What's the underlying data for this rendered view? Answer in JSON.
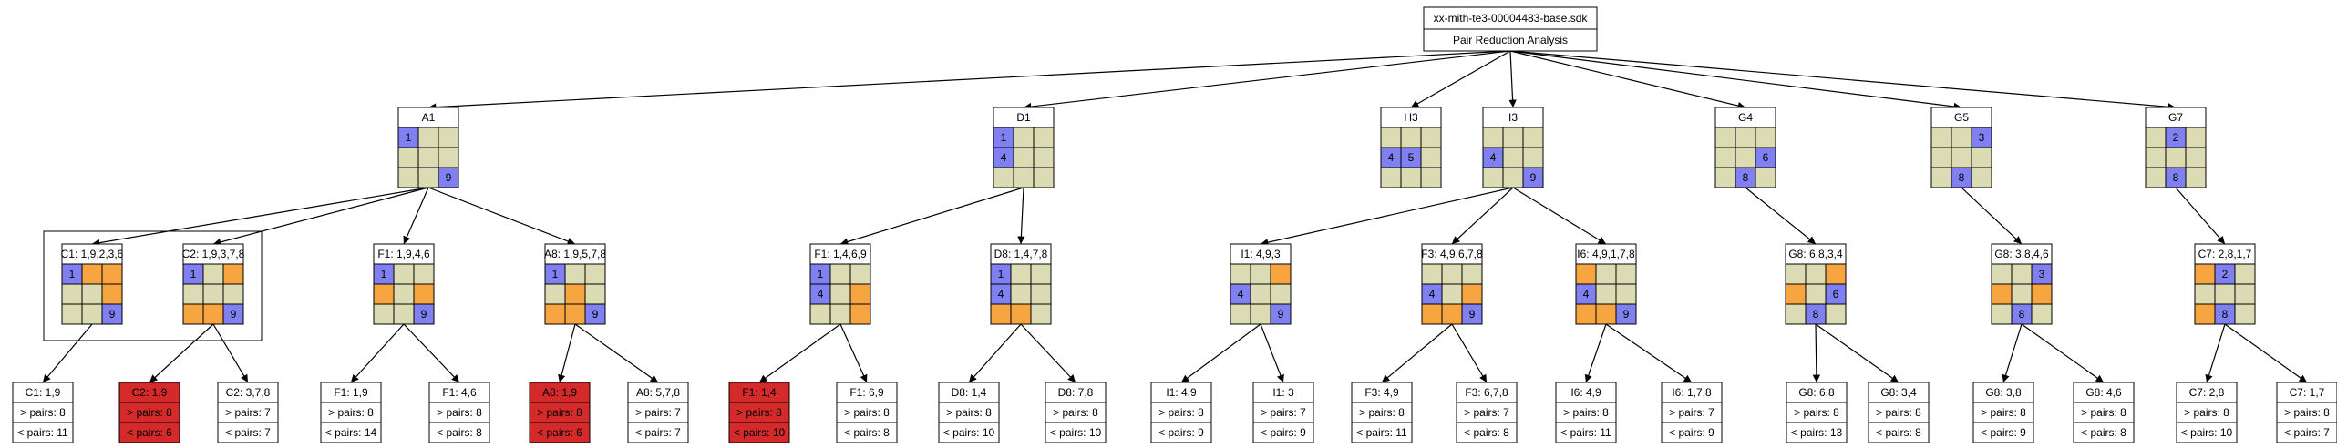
{
  "root": {
    "title": "xx-mith-te3-00004483-base.sdk",
    "subtitle": "Pair Reduction Analysis"
  },
  "colors": {
    "blue": "#8080f0",
    "orange": "#f7a540",
    "beige": "#dcdcb4",
    "red": "#d42a2a",
    "line": "#000000"
  },
  "level1": [
    {
      "id": "A1",
      "label": "A1",
      "grid": [
        "B",
        "",
        "",
        "",
        "",
        "",
        "",
        "",
        "B"
      ],
      "nums": [
        "1",
        "",
        "",
        "",
        "",
        "",
        "",
        "",
        "9"
      ]
    },
    {
      "id": "D1",
      "label": "D1",
      "grid": [
        "B",
        "",
        "",
        "B",
        "",
        "",
        "",
        "",
        ""
      ],
      "nums": [
        "1",
        "",
        "",
        "4",
        "",
        "",
        "",
        "",
        ""
      ]
    },
    {
      "id": "H3",
      "label": "H3",
      "grid": [
        "",
        "",
        "",
        "B",
        "B",
        "",
        "",
        "",
        ""
      ],
      "nums": [
        "",
        "",
        "",
        "4",
        "5",
        "",
        "",
        "",
        ""
      ]
    },
    {
      "id": "I3",
      "label": "I3",
      "grid": [
        "",
        "",
        "",
        "B",
        "",
        "",
        "",
        "",
        "B"
      ],
      "nums": [
        "",
        "",
        "",
        "4",
        "",
        "",
        "",
        "",
        "9"
      ]
    },
    {
      "id": "G4",
      "label": "G4",
      "grid": [
        "",
        "",
        "",
        "",
        "",
        "B",
        "",
        "B",
        ""
      ],
      "nums": [
        "",
        "",
        "",
        "",
        "",
        "6",
        "",
        "8",
        ""
      ]
    },
    {
      "id": "G5",
      "label": "G5",
      "grid": [
        "",
        "",
        "B",
        "",
        "",
        "",
        "",
        "B",
        ""
      ],
      "nums": [
        "",
        "",
        "3",
        "",
        "",
        "",
        "",
        "8",
        ""
      ]
    },
    {
      "id": "G7",
      "label": "G7",
      "grid": [
        "",
        "B",
        "",
        "",
        "",
        "",
        "",
        "B",
        ""
      ],
      "nums": [
        "",
        "2",
        "",
        "",
        "",
        "",
        "",
        "8",
        ""
      ]
    }
  ],
  "level2": [
    {
      "id": "C1a",
      "label": "C1: 1,9,2,3,6",
      "grid": [
        "B",
        "O",
        "O",
        "",
        "",
        "O",
        "",
        "",
        "B"
      ],
      "nums": [
        "1",
        "",
        "",
        "",
        "",
        "",
        "",
        "",
        "9"
      ]
    },
    {
      "id": "C2a",
      "label": "C2: 1,9,3,7,8",
      "grid": [
        "B",
        "",
        "O",
        "",
        "",
        "",
        "O",
        "O",
        "B"
      ],
      "nums": [
        "1",
        "",
        "",
        "",
        "",
        "",
        "",
        "",
        "9"
      ]
    },
    {
      "id": "F1a",
      "label": "F1: 1,9,4,6",
      "grid": [
        "B",
        "",
        "",
        "O",
        "",
        "O",
        "",
        "",
        "B"
      ],
      "nums": [
        "1",
        "",
        "",
        "",
        "",
        "",
        "",
        "",
        "9"
      ]
    },
    {
      "id": "A8a",
      "label": "A8: 1,9,5,7,8",
      "grid": [
        "B",
        "",
        "",
        "",
        "O",
        "",
        "O",
        "O",
        "B"
      ],
      "nums": [
        "1",
        "",
        "",
        "",
        "",
        "",
        "",
        "",
        "9"
      ]
    },
    {
      "id": "F1b",
      "label": "F1: 1,4,6,9",
      "grid": [
        "B",
        "",
        "",
        "B",
        "",
        "O",
        "",
        "",
        "O"
      ],
      "nums": [
        "1",
        "",
        "",
        "4",
        "",
        "",
        "",
        "",
        ""
      ]
    },
    {
      "id": "D8a",
      "label": "D8: 1,4,7,8",
      "grid": [
        "B",
        "",
        "",
        "B",
        "",
        "",
        "O",
        "O",
        ""
      ],
      "nums": [
        "1",
        "",
        "",
        "4",
        "",
        "",
        "",
        "",
        ""
      ]
    },
    {
      "id": "I1a",
      "label": "I1: 4,9,3",
      "grid": [
        "",
        "",
        "O",
        "B",
        "",
        "",
        "",
        "",
        "B"
      ],
      "nums": [
        "",
        "",
        "",
        "4",
        "",
        "",
        "",
        "",
        "9"
      ]
    },
    {
      "id": "F3a",
      "label": "F3: 4,9,6,7,8",
      "grid": [
        "",
        "",
        "",
        "B",
        "",
        "O",
        "O",
        "O",
        "B"
      ],
      "nums": [
        "",
        "",
        "",
        "4",
        "",
        "",
        "",
        "",
        "9"
      ]
    },
    {
      "id": "I6a",
      "label": "I6: 4,9,1,7,8",
      "grid": [
        "O",
        "",
        "",
        "B",
        "",
        "",
        "O",
        "O",
        "B"
      ],
      "nums": [
        "",
        "",
        "",
        "4",
        "",
        "",
        "",
        "",
        "9"
      ]
    },
    {
      "id": "G8a",
      "label": "G8: 6,8,3,4",
      "grid": [
        "",
        "",
        "O",
        "O",
        "",
        "B",
        "",
        "B",
        ""
      ],
      "nums": [
        "",
        "",
        "",
        "",
        "",
        "6",
        "",
        "8",
        ""
      ]
    },
    {
      "id": "G8b",
      "label": "G8: 3,8,4,6",
      "grid": [
        "",
        "",
        "B",
        "O",
        "",
        "O",
        "",
        "B",
        ""
      ],
      "nums": [
        "",
        "",
        "3",
        "",
        "",
        "",
        "",
        "8",
        ""
      ]
    },
    {
      "id": "C7a",
      "label": "C7: 2,8,1,7",
      "grid": [
        "O",
        "B",
        "",
        "",
        "",
        "",
        "O",
        "B",
        ""
      ],
      "nums": [
        "",
        "2",
        "",
        "",
        "",
        "",
        "",
        "8",
        ""
      ]
    }
  ],
  "leaves": [
    {
      "id": "L1",
      "title": "C1: 1,9",
      "gt": "> pairs: 8",
      "lt": "< pairs: 11",
      "red": false
    },
    {
      "id": "L2",
      "title": "C2: 1,9",
      "gt": "> pairs: 8",
      "lt": "< pairs: 6",
      "red": true
    },
    {
      "id": "L3",
      "title": "C2: 3,7,8",
      "gt": "> pairs: 7",
      "lt": "< pairs: 7",
      "red": false
    },
    {
      "id": "L4",
      "title": "F1: 1,9",
      "gt": "> pairs: 8",
      "lt": "< pairs: 14",
      "red": false
    },
    {
      "id": "L5",
      "title": "F1: 4,6",
      "gt": "> pairs: 8",
      "lt": "< pairs: 8",
      "red": false
    },
    {
      "id": "L6",
      "title": "A8: 1,9",
      "gt": "> pairs: 8",
      "lt": "< pairs: 6",
      "red": true
    },
    {
      "id": "L7",
      "title": "A8: 5,7,8",
      "gt": "> pairs: 7",
      "lt": "< pairs: 7",
      "red": false
    },
    {
      "id": "L8",
      "title": "F1: 1,4",
      "gt": "> pairs: 8",
      "lt": "< pairs: 10",
      "red": true
    },
    {
      "id": "L9",
      "title": "F1: 6,9",
      "gt": "> pairs: 8",
      "lt": "< pairs: 8",
      "red": false
    },
    {
      "id": "L10",
      "title": "D8: 1,4",
      "gt": "> pairs: 8",
      "lt": "< pairs: 10",
      "red": false
    },
    {
      "id": "L11",
      "title": "D8: 7,8",
      "gt": "> pairs: 8",
      "lt": "< pairs: 10",
      "red": false
    },
    {
      "id": "L12",
      "title": "I1: 4,9",
      "gt": "> pairs: 8",
      "lt": "< pairs: 9",
      "red": false
    },
    {
      "id": "L13",
      "title": "I1: 3",
      "gt": "> pairs: 7",
      "lt": "< pairs: 9",
      "red": false
    },
    {
      "id": "L14",
      "title": "F3: 4,9",
      "gt": "> pairs: 8",
      "lt": "< pairs: 11",
      "red": false
    },
    {
      "id": "L15",
      "title": "F3: 6,7,8",
      "gt": "> pairs: 7",
      "lt": "< pairs: 8",
      "red": false
    },
    {
      "id": "L16",
      "title": "I6: 4,9",
      "gt": "> pairs: 8",
      "lt": "< pairs: 11",
      "red": false
    },
    {
      "id": "L17",
      "title": "I6: 1,7,8",
      "gt": "> pairs: 7",
      "lt": "< pairs: 9",
      "red": false
    },
    {
      "id": "L18",
      "title": "G8: 6,8",
      "gt": "> pairs: 8",
      "lt": "< pairs: 13",
      "red": false
    },
    {
      "id": "L19",
      "title": "G8: 3,4",
      "gt": "> pairs: 8",
      "lt": "< pairs: 8",
      "red": false
    },
    {
      "id": "L20",
      "title": "G8: 3,8",
      "gt": "> pairs: 8",
      "lt": "< pairs: 9",
      "red": false
    },
    {
      "id": "L21",
      "title": "G8: 4,6",
      "gt": "> pairs: 8",
      "lt": "< pairs: 8",
      "red": false
    },
    {
      "id": "L22",
      "title": "C7: 2,8",
      "gt": "> pairs: 8",
      "lt": "< pairs: 10",
      "red": false
    },
    {
      "id": "L23",
      "title": "C7: 1,7",
      "gt": "> pairs: 8",
      "lt": "< pairs: 7",
      "red": false
    }
  ],
  "edges": [
    [
      "root",
      "A1"
    ],
    [
      "root",
      "D1"
    ],
    [
      "root",
      "H3"
    ],
    [
      "root",
      "I3"
    ],
    [
      "root",
      "G4"
    ],
    [
      "root",
      "G5"
    ],
    [
      "root",
      "G7"
    ],
    [
      "A1",
      "C1a"
    ],
    [
      "A1",
      "C2a"
    ],
    [
      "A1",
      "F1a"
    ],
    [
      "A1",
      "A8a"
    ],
    [
      "D1",
      "F1b"
    ],
    [
      "D1",
      "D8a"
    ],
    [
      "I3",
      "I1a"
    ],
    [
      "I3",
      "F3a"
    ],
    [
      "I3",
      "I6a"
    ],
    [
      "G4",
      "G8a"
    ],
    [
      "G5",
      "G8b"
    ],
    [
      "G7",
      "C7a"
    ],
    [
      "C1a",
      "L1"
    ],
    [
      "C2a",
      "L2"
    ],
    [
      "C2a",
      "L3"
    ],
    [
      "F1a",
      "L4"
    ],
    [
      "F1a",
      "L5"
    ],
    [
      "A8a",
      "L6"
    ],
    [
      "A8a",
      "L7"
    ],
    [
      "F1b",
      "L8"
    ],
    [
      "F1b",
      "L9"
    ],
    [
      "D8a",
      "L10"
    ],
    [
      "D8a",
      "L11"
    ],
    [
      "I1a",
      "L12"
    ],
    [
      "I1a",
      "L13"
    ],
    [
      "F3a",
      "L14"
    ],
    [
      "F3a",
      "L15"
    ],
    [
      "I6a",
      "L16"
    ],
    [
      "I6a",
      "L17"
    ],
    [
      "G8a",
      "L18"
    ],
    [
      "G8a",
      "L19"
    ],
    [
      "G8b",
      "L20"
    ],
    [
      "G8b",
      "L21"
    ],
    [
      "C7a",
      "L22"
    ],
    [
      "C7a",
      "L23"
    ]
  ],
  "cluster": [
    "C1a",
    "C2a"
  ]
}
